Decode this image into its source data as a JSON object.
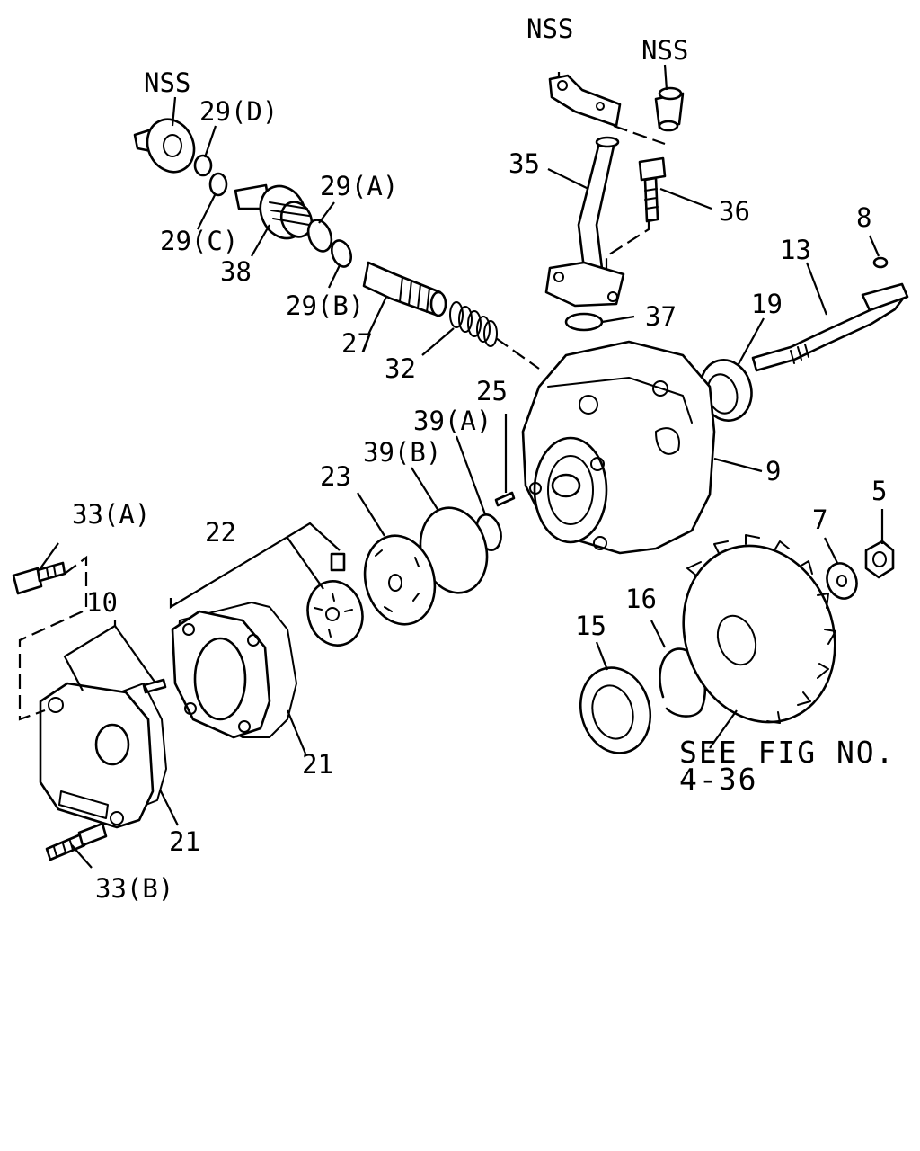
{
  "labels": {
    "nss_top": "NSS",
    "nss_right": "NSS",
    "nss_left": "NSS",
    "p29d": "29(D)",
    "p29a": "29(A)",
    "p29c": "29(C)",
    "p38": "38",
    "p29b": "29(B)",
    "p27": "27",
    "p32": "32",
    "p35": "35",
    "p36": "36",
    "p37": "37",
    "p8": "8",
    "p13": "13",
    "p19": "19",
    "p25": "25",
    "p39a": "39(A)",
    "p39b": "39(B)",
    "p23": "23",
    "p9": "9",
    "p33a": "33(A)",
    "p22": "22",
    "p10": "10",
    "p5": "5",
    "p7": "7",
    "p16": "16",
    "p15": "15",
    "p21_mid": "21",
    "p21_low": "21",
    "p33b": "33(B)",
    "see_fig_line1": "SEE FIG NO.",
    "see_fig_line2": "4-36"
  }
}
